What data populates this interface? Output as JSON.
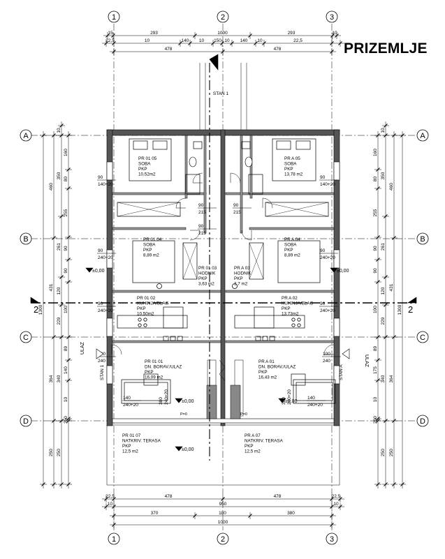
{
  "title": "PRIZEMLJE",
  "grid": {
    "columns": [
      "1",
      "2",
      "3"
    ],
    "rows": [
      "A",
      "B",
      "C",
      "D"
    ]
  },
  "dimensions": {
    "top_row1": [
      "15",
      "293",
      "1000",
      "293",
      "10"
    ],
    "top_row2": [
      "22,5",
      "10",
      "140",
      "10",
      "150",
      "10",
      "140",
      "10",
      "22,5"
    ],
    "top_row3": [
      "478",
      "478"
    ],
    "bottom_row1": [
      "22,5",
      "478",
      "478",
      "22,5"
    ],
    "bottom_row2": [
      "10",
      "950",
      "10"
    ],
    "bottom_row3": [
      "370",
      "180",
      "380"
    ],
    "bottom_row4": [
      "1000"
    ],
    "left_col1": [
      "1300"
    ],
    "left_col2": [
      "460",
      "431",
      "364",
      "250"
    ],
    "left_col3": [
      "10",
      "350",
      "261",
      "120",
      "229",
      "340",
      "250"
    ],
    "left_col4": [
      "160",
      "80",
      "255",
      "90",
      "90",
      "100",
      "89",
      "140",
      "10",
      "250"
    ],
    "right_col1": [
      "1300"
    ],
    "right_col2": [
      "460",
      "431",
      "364",
      "250"
    ],
    "right_col3": [
      "10",
      "350",
      "261",
      "120",
      "229",
      "340",
      "250"
    ],
    "right_col4": [
      "160",
      "80",
      "255",
      "90",
      "90",
      "100",
      "89",
      "175",
      "10",
      "250"
    ]
  },
  "labels": {
    "stan1": "STAN 1",
    "stan1_side": "STAN 1",
    "stan_a_side": "STAN A",
    "ulaz_left": "ULAZ",
    "ulaz_right": "ULAZ",
    "level_left": "±0,00",
    "level_right": "±0,00",
    "level_mid_left": "±0,00",
    "level_mid_right": "±0,00",
    "level_terrace": "±0,00",
    "section_left": "2",
    "section_right": "2",
    "p0_left": "P=0",
    "p0_right": "P=0"
  },
  "rooms": [
    {
      "id": "PR 01 05",
      "name": "SOBA",
      "floor": "PKP",
      "area": "10,52m2"
    },
    {
      "id": "PR A 05",
      "name": "SOBA",
      "floor": "PKP",
      "area": "13,78 m2"
    },
    {
      "id": "PR 01 04",
      "name": "SOBA",
      "floor": "PKP",
      "area": "8,89 m2"
    },
    {
      "id": "PR A 04",
      "name": "SOBA",
      "floor": "PKP",
      "area": "8,89 m2"
    },
    {
      "id": "PR 01 03",
      "name": "HODNIK",
      "floor": "PKP",
      "area": "3,63 m2"
    },
    {
      "id": "PR A 03",
      "name": "HODNIK",
      "floor": "PKP",
      "area": "3,7 m2"
    },
    {
      "id": "PR 01 02",
      "name": "KUHINJA/BLAG",
      "floor": "PKP",
      "area": "10,50m2"
    },
    {
      "id": "PR A 02",
      "name": "KUHINJA/BLAG",
      "floor": "PKP",
      "area": "13,73m2"
    },
    {
      "id": "PR 01 01",
      "name": "DN. BORAV./ULAZ",
      "floor": "PKP",
      "area": "16,09 m2"
    },
    {
      "id": "PR A 01",
      "name": "DN. BORAV./ULAZ",
      "floor": "PKP",
      "area": "16,43 m2"
    },
    {
      "id": "PR 01 07",
      "name": "NATKRIV. TERASA",
      "floor": "PKP",
      "area": "12,5 m2"
    },
    {
      "id": "PR A 07",
      "name": "NATKRIV. TERASA",
      "floor": "PKP",
      "area": "12,5 m2"
    }
  ],
  "openings": {
    "w_l1": [
      "90",
      "140+20"
    ],
    "w_r1": [
      "90",
      "140+20"
    ],
    "d_l1": [
      "90",
      "215"
    ],
    "d_r1": [
      "90",
      "215"
    ],
    "d_l2": [
      "90",
      "215"
    ],
    "w_l2": [
      "90",
      "240+20"
    ],
    "w_r2": [
      "90",
      "240+20"
    ],
    "w_l3": [
      "90",
      "240+20"
    ],
    "w_r3": [
      "90",
      "240+20"
    ],
    "d_ul": [
      "100",
      "240"
    ],
    "d_ur": [
      "100",
      "240"
    ],
    "w_l4": [
      "140",
      "240+20"
    ],
    "w_r4": [
      "140",
      "240+20"
    ],
    "w_lm": [
      "380",
      "240+20"
    ],
    "w_rm": [
      "380",
      "240+20"
    ]
  }
}
